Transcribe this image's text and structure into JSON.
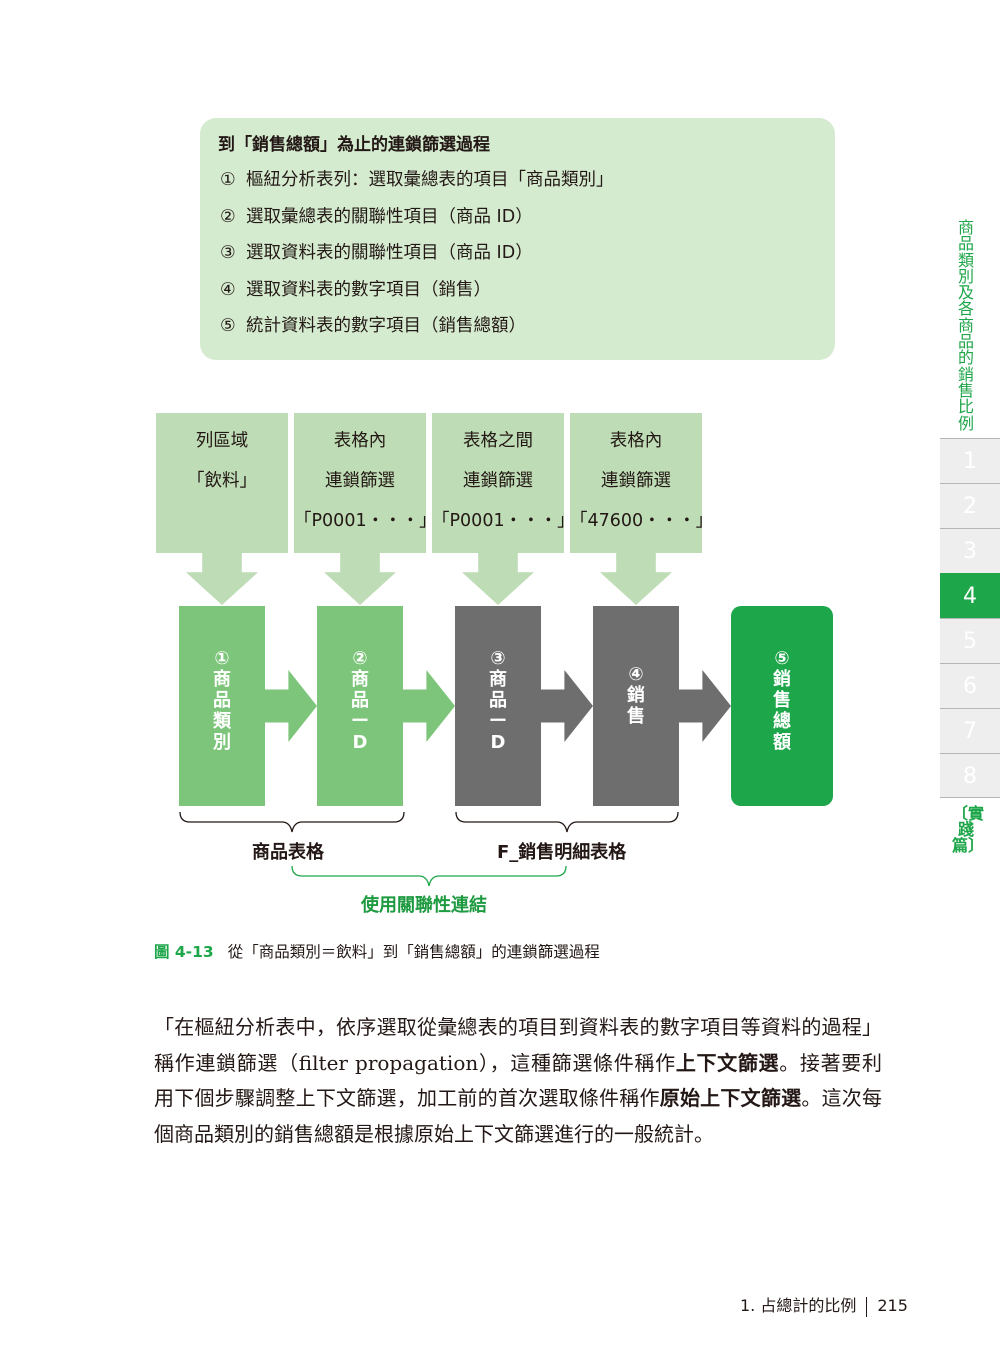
{
  "summary": {
    "title": "到「銷售總額」為止的連鎖篩選過程",
    "items": [
      {
        "num": "①",
        "text": "樞紐分析表列：選取彙總表的項目「商品類別」"
      },
      {
        "num": "②",
        "text": "選取彙總表的關聯性項目（商品 ID）"
      },
      {
        "num": "③",
        "text": "選取資料表的關聯性項目（商品 ID）"
      },
      {
        "num": "④",
        "text": "選取資料表的數字項目（銷售）"
      },
      {
        "num": "⑤",
        "text": "統計資料表的數字項目（銷售總額）"
      }
    ]
  },
  "sources": [
    {
      "line1": "列區域",
      "line2": "「飲料」",
      "line3": ""
    },
    {
      "line1": "表格內",
      "line2": "連鎖篩選",
      "line3": "「P0001・・・」"
    },
    {
      "line1": "表格之間",
      "line2": "連鎖篩選",
      "line3": "「P0001・・・」"
    },
    {
      "line1": "表格內",
      "line2": "連鎖篩選",
      "line3": "「47600・・・」"
    }
  ],
  "nodes": [
    {
      "num": "①",
      "label": "商品類別"
    },
    {
      "num": "②",
      "label": "商品ーD"
    },
    {
      "num": "③",
      "label": "商品ーD"
    },
    {
      "num": "④",
      "label": "銷售"
    },
    {
      "num": "⑤",
      "label": "銷售總額"
    }
  ],
  "groups": {
    "left": "商品表格",
    "right": "F_銷售明細表格",
    "relation": "使用關聯性連結"
  },
  "caption": {
    "fig_num": "圖 4-13",
    "text": "從「商品類別＝飲料」到「銷售總額」的連鎖篩選過程"
  },
  "body": {
    "p1": "「在樞紐分析表中，依序選取從彙總表的項目到資料表的數字項目等資料的過程」稱作連鎖篩選（filter propagation），這種篩選條件稱作",
    "b1": "上下文篩選",
    "p2": "。接著要利用下個步驟調整上下文篩選，加工前的首次選取條件稱作",
    "b2": "原始上下文篩選",
    "p3": "。這次每個商品類別的銷售總額是根據原始上下文篩選進行的一般統計。"
  },
  "footer": {
    "section": "1. 占總計的比例",
    "page": "215"
  },
  "side": {
    "chapter_title": "商品類別及各商品的銷售比例",
    "tabs": [
      "1",
      "2",
      "3",
      "4",
      "5",
      "6",
      "7",
      "8"
    ],
    "active_tab": "4",
    "part": "〔實踐篇〕"
  },
  "colors": {
    "light_green": "#d5ebd0",
    "source_green": "#bedcb5",
    "node_green": "#7cc57a",
    "node_gray": "#6e6e6e",
    "accent_green": "#1ea64a"
  }
}
